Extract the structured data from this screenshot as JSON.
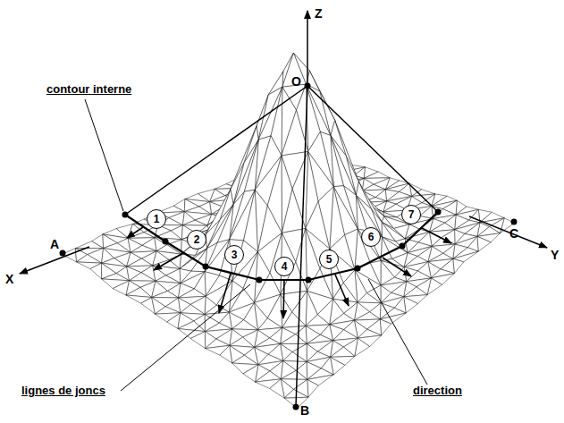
{
  "diagram": {
    "nodes": [
      {
        "text": [
          "1"
        ]
      },
      {
        "text": [
          "2"
        ]
      },
      {
        "text": [
          "3"
        ]
      },
      {
        "text": [
          "4"
        ]
      },
      {
        "text": [
          "5"
        ]
      },
      {
        "text": [
          "6"
        ]
      },
      {
        "text": [
          "7"
        ]
      }
    ],
    "labels": [
      "Z",
      "O",
      "X",
      "A",
      "C",
      "Y",
      "B",
      "contour interne",
      "lignes de joncs",
      "direction"
    ]
  }
}
